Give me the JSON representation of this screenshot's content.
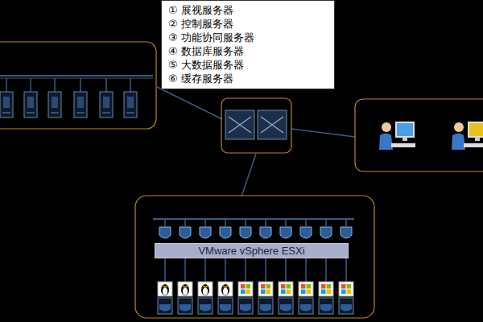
{
  "diagram": {
    "nodes": [
      {
        "text": [
          "① 展视服务器",
          "② 控制服务器",
          "③ 功能协同服务器",
          "④  数据库服务器",
          "⑤ 大数据服务器",
          "⑥ 缓存服务器"
        ]
      },
      {
        "text": [
          "VMware vSphere ESXi"
        ]
      }
    ]
  }
}
